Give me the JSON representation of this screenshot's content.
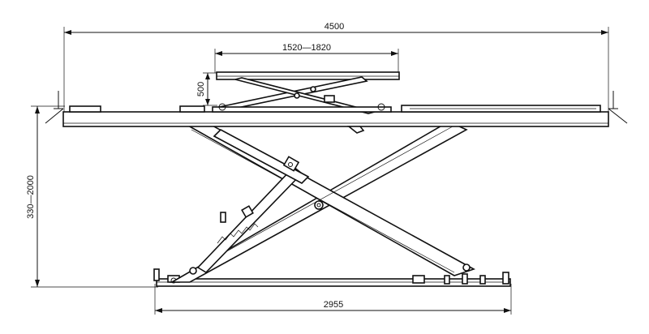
{
  "dimensions": {
    "overall_length": "4500",
    "top_table_range": "1520—1820",
    "top_table_lift": "500",
    "height_range": "330—2000",
    "base_length": "2955"
  }
}
